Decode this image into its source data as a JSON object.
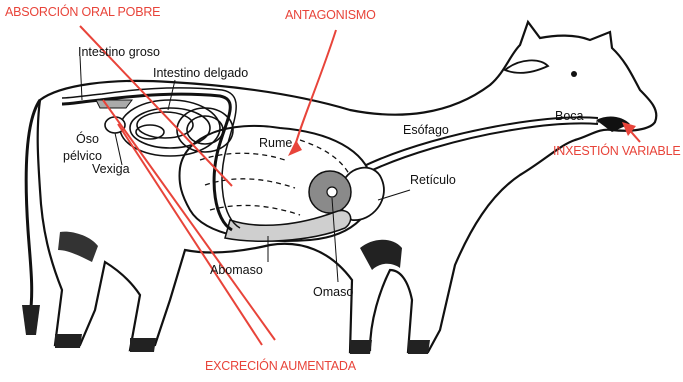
{
  "labels": {
    "absorcion": "ABSORCIÓN ORAL POBRE",
    "antagonismo": "ANTAGONISMO",
    "ingestion": "INXESTIÓN VARIABLE",
    "excrecion": "EXCRECIÓN AUMENTADA",
    "intestino_grueso": "Intestino groso",
    "intestino_delgado": "Intestino delgado",
    "hueso_1": "Óso",
    "hueso_2": "pélvico",
    "vejiga": "Vexiga",
    "rumen": "Rume",
    "esofago": "Esófago",
    "boca": "Boca",
    "reticulo": "Retículo",
    "abomaso": "Abomaso",
    "omaso": "Omaso"
  },
  "colors": {
    "accent": "#e8443a",
    "ink": "#111111"
  }
}
